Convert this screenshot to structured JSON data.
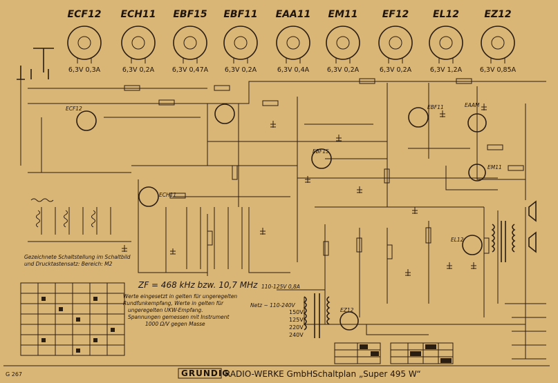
{
  "tubes": [
    {
      "name": "ECF12",
      "spec": "6,3V 0,3A"
    },
    {
      "name": "ECH11",
      "spec": "6,3V 0,2A"
    },
    {
      "name": "EBF15",
      "spec": "6,3V 0,47A"
    },
    {
      "name": "EBF11",
      "spec": "6,3V 0,2A"
    },
    {
      "name": "EAA11",
      "spec": "6,3V 0,4A"
    },
    {
      "name": "EM11",
      "spec": "6,3V 0,2A"
    },
    {
      "name": "EF12",
      "spec": "6,3V 0,2A"
    },
    {
      "name": "EL12",
      "spec": "6,3V 1,2A"
    },
    {
      "name": "EZ12",
      "spec": "6,3V 0,85A"
    }
  ],
  "circuit_labels": {
    "ecf12": "ECF12",
    "ech11": "ECH11",
    "ebf15": "EBF15",
    "ebf11": "EBF11",
    "eaam": "EAAM",
    "em11": "EM11",
    "el12": "EL12",
    "ez12": "EZ12"
  },
  "notes": {
    "zf": "ZF = 468 kHz bzw. 10,7 MHz",
    "werte_1": "Werte eingesetzt in         gelten für ungeregelten",
    "werte_2": "Rundfunkempfang, Werte in          gelten für",
    "werte_3": "ungeregelten UKW-Empfang.",
    "werte_4": "Spannungen gemessen mit Instrument",
    "werte_5": "1000 Ω/V gegen Masse",
    "switch_1": "Gezeichnete Schaltstellung im Schaltbild",
    "switch_2": "und Drucktastensatz:   Bereich: M2",
    "netz": "Netz ~ 110-240V",
    "voltage_range": "110-125V 0,8A",
    "mains_220": "220V",
    "mains_240": "240V",
    "mains_150": "150V",
    "mains_125": "125V"
  },
  "footer": {
    "sheet_code": "G 267",
    "brand": "GRUNDIG",
    "company": "RADIO-WERKE GmbH.",
    "title": "Schaltplan „Super 495 W“"
  },
  "colors": {
    "paper": "#dcb97c",
    "ink": "#2a1d12"
  }
}
